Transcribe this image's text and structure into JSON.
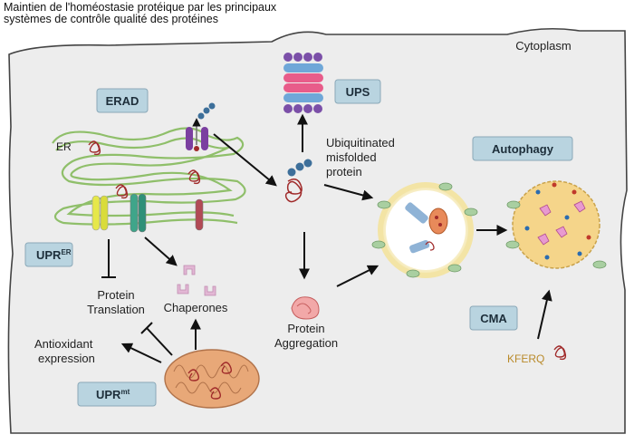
{
  "title_line1": "Maintien de l'homéostasie protéique par les principaux",
  "title_line2": "systèmes de contrôle qualité des protéines",
  "cytoplasm_label": "Cytoplasm",
  "er_label": "ER",
  "boxes": {
    "erad": "ERAD",
    "ups": "UPS",
    "autophagy": "Autophagy",
    "upr_er_main": "UPR",
    "upr_er_sup": "ER",
    "cma": "CMA",
    "upr_mt_main": "UPR",
    "upr_mt_sup": "mt"
  },
  "labels": {
    "ubiquitinated_1": "Ubiquitinated",
    "ubiquitinated_2": "misfolded",
    "ubiquitinated_3": "protein",
    "protein_translation_1": "Protein",
    "protein_translation_2": "Translation",
    "chaperones": "Chaperones",
    "protein_aggregation_1": "Protein",
    "protein_aggregation_2": "Aggregation",
    "antioxidant_1": "Antioxidant",
    "antioxidant_2": "expression",
    "kferq": "KFERQ"
  },
  "colors": {
    "box_fill": "#b9d4e0",
    "box_stroke": "#8aa8b8",
    "cell_fill": "#ededed",
    "er_green": "#8fbf6a",
    "protein_red": "#a02a2a",
    "ubiquitin_blue": "#3d6f9a",
    "proteasome_purple": "#7b4fa8",
    "lysosome_yellow": "#f5d58a",
    "mito_orange": "#e8a878",
    "chaperone_pink": "#d9a7c7"
  }
}
